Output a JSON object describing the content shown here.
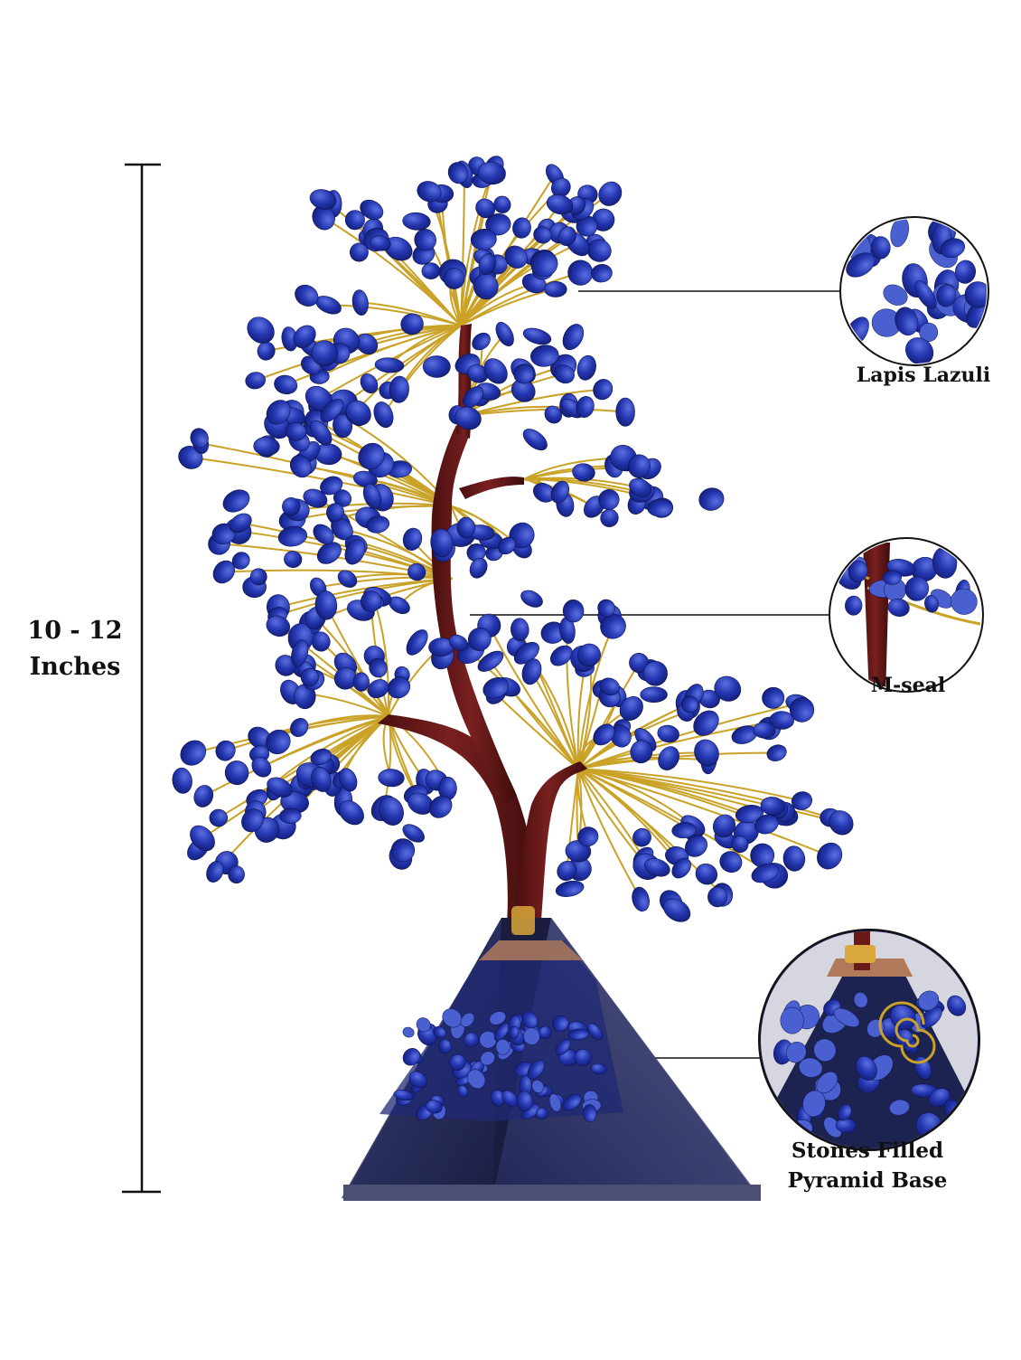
{
  "image": {
    "subject": "Lapis Lazuli gemstone bonsai tree on pyramid base",
    "colors": {
      "background": "#ffffff",
      "stone_blue": "#1f2f9c",
      "stone_light": "#4a5fd0",
      "trunk": "#6b1a1a",
      "wire_gold": "#c9a227",
      "pyramid_dark": "#2a2f5a"
    }
  },
  "dimension": {
    "line1": "10 - 12",
    "line2": "Inches"
  },
  "callouts": {
    "stone": {
      "label": "Lapis Lazuli"
    },
    "seal": {
      "label": "M-seal"
    },
    "base": {
      "line1": "Stones Filled",
      "line2": "Pyramid Base"
    }
  }
}
